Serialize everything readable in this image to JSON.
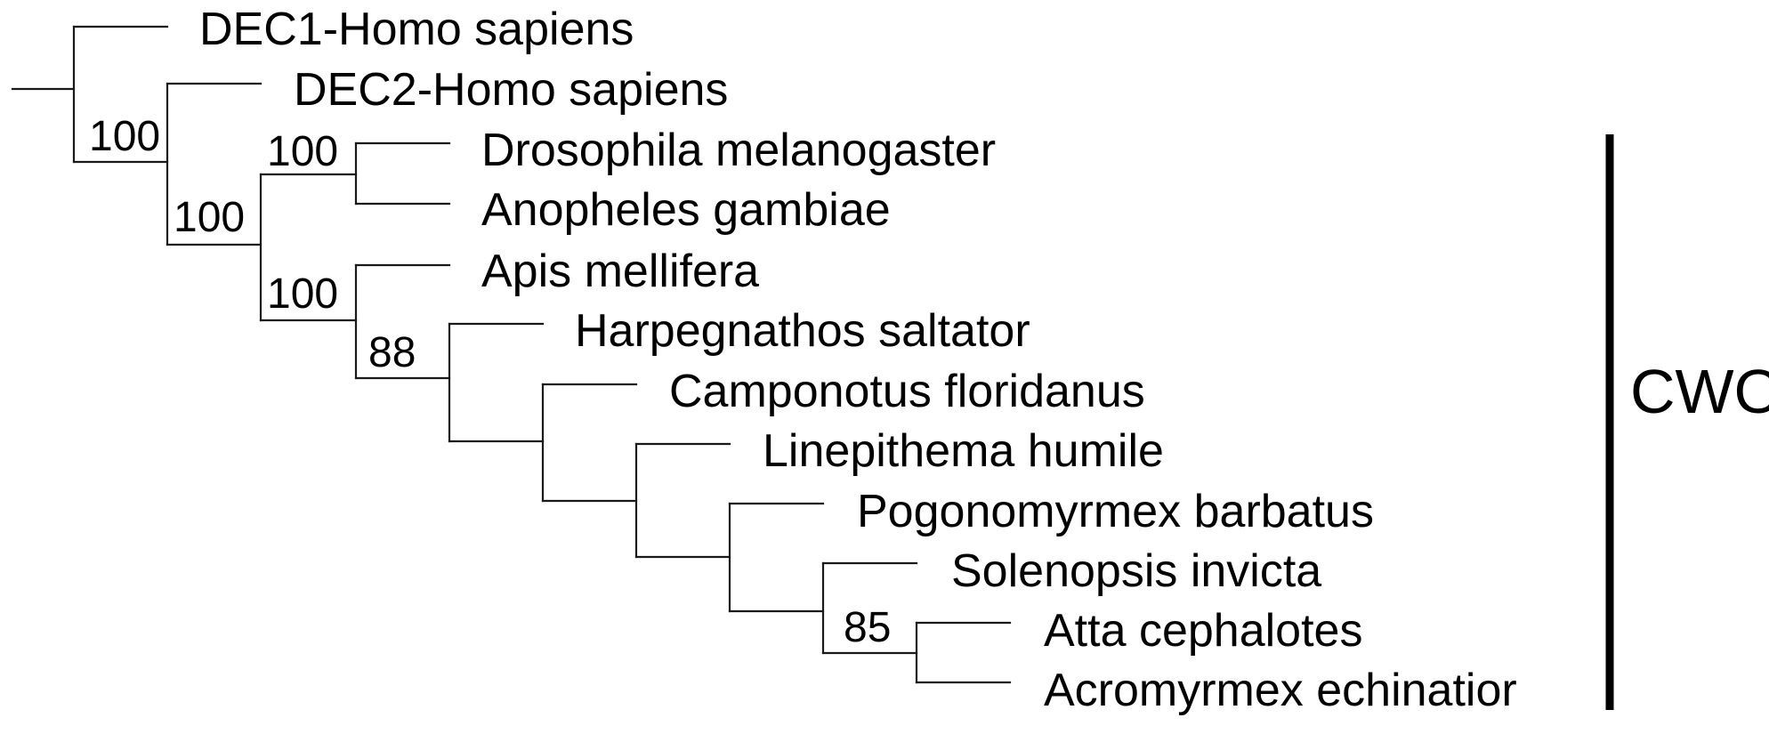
{
  "taxa": [
    "DEC1-Homo sapiens",
    "DEC2-Homo sapiens",
    "Drosophila melanogaster",
    "Anopheles gambiae",
    "Apis mellifera",
    "Harpegnathos saltator",
    "Camponotus floridanus",
    "Linepithema humile",
    "Pogonomyrmex barbatus",
    "Solenopsis invicta",
    "Atta cephalotes",
    "Acromyrmex echinatior"
  ],
  "support_values": [
    "100",
    "100",
    "100",
    "100",
    "88",
    "85"
  ],
  "group": {
    "label": "CWO",
    "color": "#000000"
  },
  "colors": {
    "branch": "#1a1a1a",
    "text": "#000000",
    "background": "#ffffff"
  }
}
